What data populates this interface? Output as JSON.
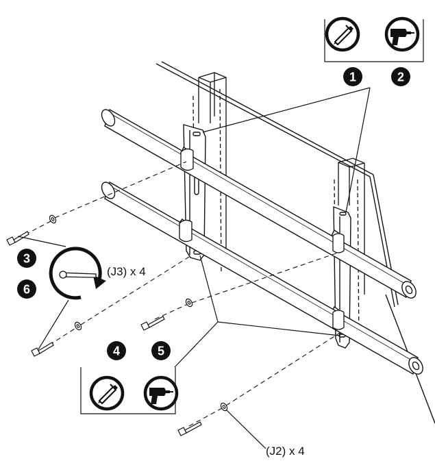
{
  "steps": [
    {
      "number": "1",
      "icon": "pencil-icon"
    },
    {
      "number": "2",
      "icon": "drill-icon"
    },
    {
      "number": "3",
      "icon": "wrench-rotate-icon"
    },
    {
      "number": "4",
      "icon": "pencil-icon"
    },
    {
      "number": "5",
      "icon": "drill-icon"
    },
    {
      "number": "6",
      "icon": "wrench-rotate-icon"
    }
  ],
  "callouts": {
    "j3": "(J3) x 4",
    "j2": "(J2) x 4"
  },
  "colors": {
    "line": "#111111",
    "badge": "#111111",
    "background": "#ffffff"
  }
}
